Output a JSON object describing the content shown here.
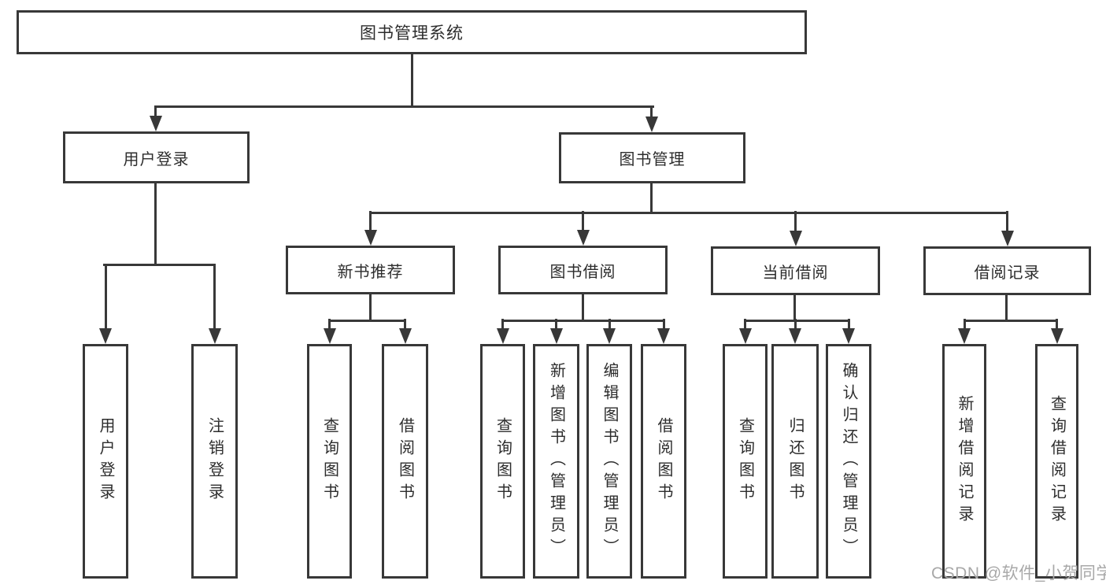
{
  "diagram": {
    "type": "hierarchy-tree",
    "title_node": {
      "label": "图书管理系统"
    },
    "level2": {
      "user_login": {
        "label": "用户登录"
      },
      "book_mgmt": {
        "label": "图书管理"
      }
    },
    "level3": {
      "new_book_rec": {
        "label": "新书推荐"
      },
      "book_borrow": {
        "label": "图书借阅"
      },
      "current_borrow": {
        "label": "当前借阅"
      },
      "borrow_records": {
        "label": "借阅记录"
      }
    },
    "leaves": {
      "a1": {
        "label": "用户登录"
      },
      "a2": {
        "label": "注销登录"
      },
      "b1": {
        "label": "查询图书"
      },
      "b2": {
        "label": "借阅图书"
      },
      "c1": {
        "label": "查询图书"
      },
      "c2": {
        "label": "新增图书（管理员）"
      },
      "c3": {
        "label": "编辑图书（管理员）"
      },
      "c4": {
        "label": "借阅图书"
      },
      "d1": {
        "label": "查询图书"
      },
      "d2": {
        "label": "归还图书"
      },
      "d3": {
        "label": "确认归还（管理员）"
      },
      "e1": {
        "label": "新增借阅记录"
      },
      "e2": {
        "label": "查询借阅记录"
      }
    },
    "watermark": "CSDN @软件_小贺同学",
    "colors": {
      "line": "#383838",
      "text": "#2d2d2d",
      "watermark": "#a8a8a8",
      "background": "#ffffff"
    }
  }
}
